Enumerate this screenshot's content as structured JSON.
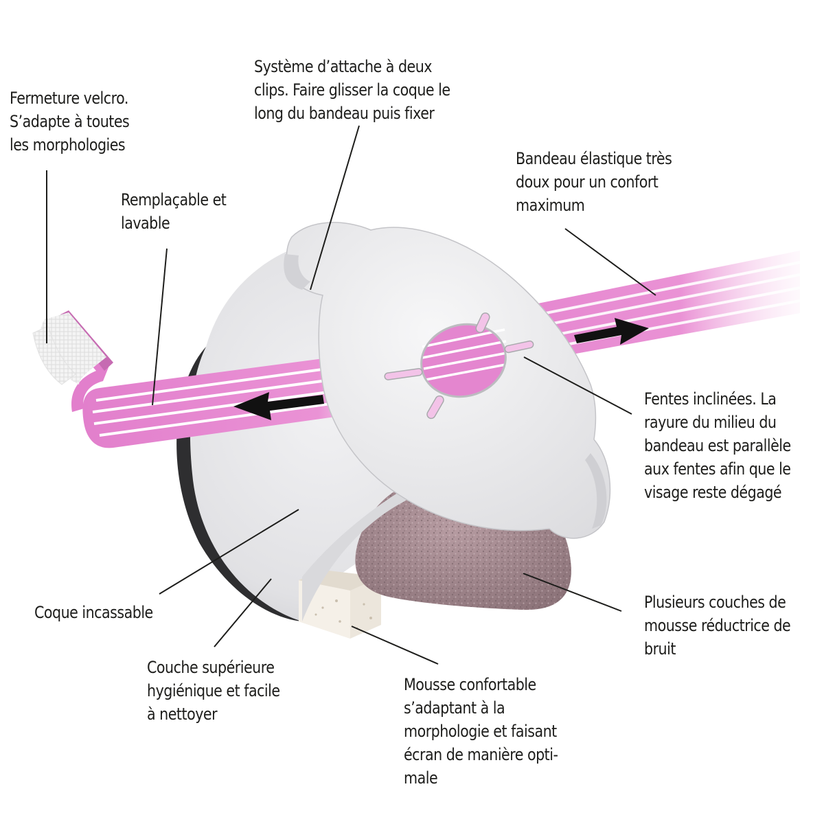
{
  "colors": {
    "band_pink": "#e888d2",
    "band_stripe": "#ffffff",
    "shell": "#e4e4e6",
    "rim": "#2e2e30",
    "foam": "#a4898f",
    "sponge": "#ece6dc",
    "arrow": "#111111",
    "text": "#1d1d1b"
  },
  "annotations": {
    "velcro": {
      "lines": [
        "Fermeture velcro.",
        "S’adapte à toutes",
        "les morphologies"
      ]
    },
    "clips": {
      "lines": [
        "Système d’attache à deux",
        "clips. Faire glisser la coque le",
        "long du bandeau puis fixer"
      ]
    },
    "replaceable": {
      "lines": [
        "Remplaçable et",
        "lavable"
      ]
    },
    "headband": {
      "lines": [
        "Bandeau élastique très",
        "doux pour un confort",
        "maximum"
      ]
    },
    "slots": {
      "lines": [
        "Fentes inclinées. La",
        "rayure du milieu du",
        "bandeau est parallèle",
        "aux fentes afin que le",
        "visage reste dégagé"
      ]
    },
    "shell": {
      "lines": [
        "Coque incassable"
      ]
    },
    "foam_layers": {
      "lines": [
        "Plusieurs couches de",
        "mousse réductrice de",
        "bruit"
      ]
    },
    "top_layer": {
      "lines": [
        "Couche supérieure",
        "hygiénique et facile",
        "à nettoyer"
      ]
    },
    "comfort_foam": {
      "lines": [
        "Mousse confortable",
        "s’adaptant à la",
        "morphologie et faisant",
        "écran de manière opti-",
        "male"
      ]
    }
  }
}
